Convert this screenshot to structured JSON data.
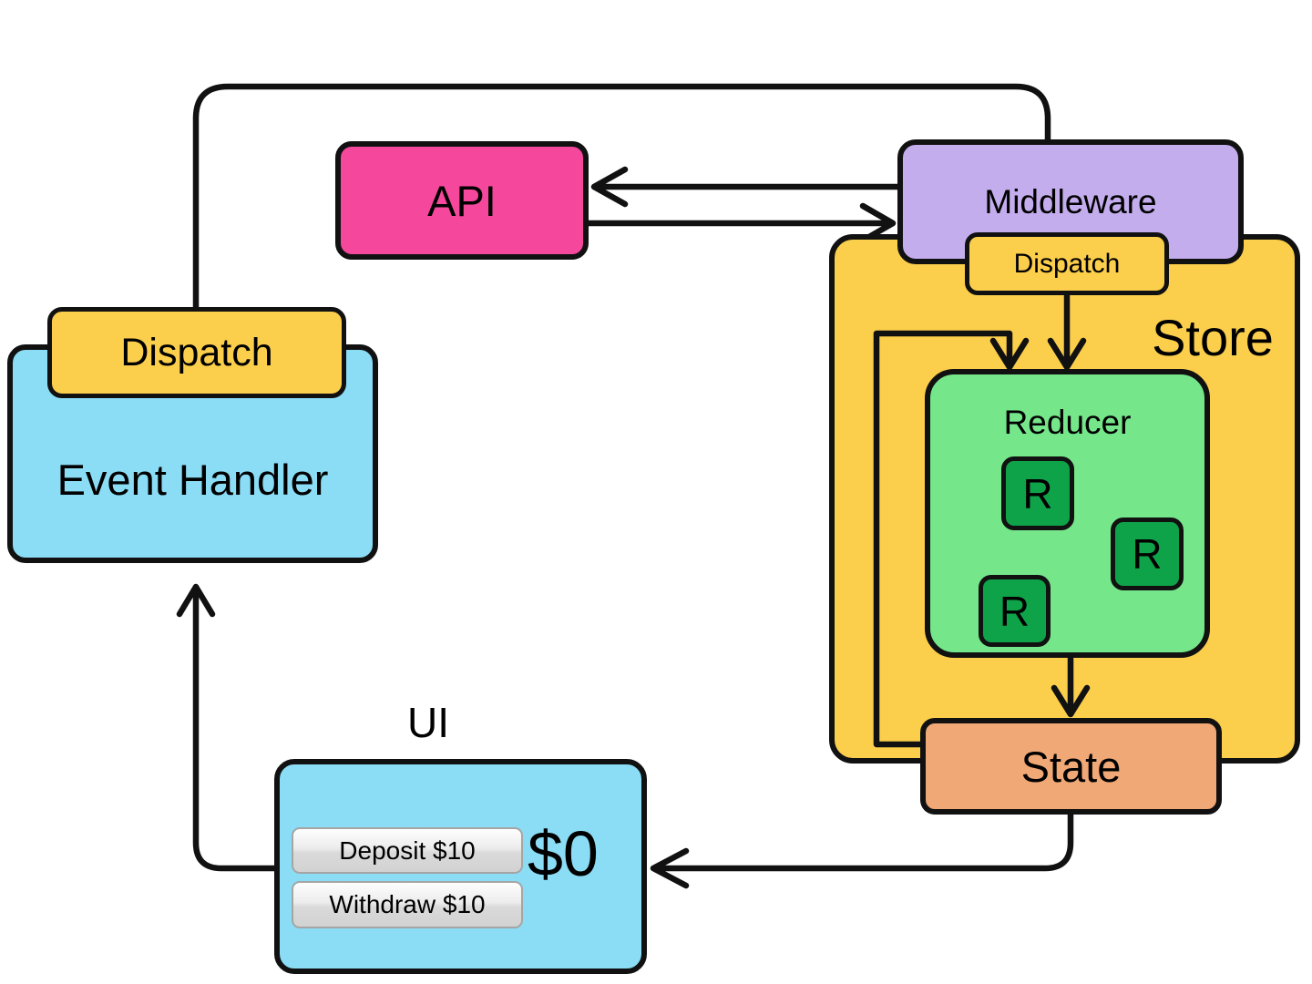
{
  "api": {
    "label": "API"
  },
  "middleware": {
    "label": "Middleware"
  },
  "store": {
    "label": "Store",
    "dispatch_label": "Dispatch",
    "reducer": {
      "label": "Reducer",
      "units": [
        "R",
        "R",
        "R"
      ]
    },
    "state_label": "State"
  },
  "event_handler": {
    "dispatch_label": "Dispatch",
    "label": "Event Handler"
  },
  "ui": {
    "label": "UI",
    "deposit_button": "Deposit $10",
    "withdraw_button": "Withdraw $10",
    "balance": "$0"
  },
  "colors": {
    "yellow": "#FBCE4B",
    "pink": "#F5479C",
    "purple": "#C4ADED",
    "green-light": "#75E68A",
    "green-dark": "#0FA349",
    "orange": "#F0A876",
    "blue": "#8BDCF5",
    "line": "#111111",
    "button-border": "#A5A5A5"
  }
}
